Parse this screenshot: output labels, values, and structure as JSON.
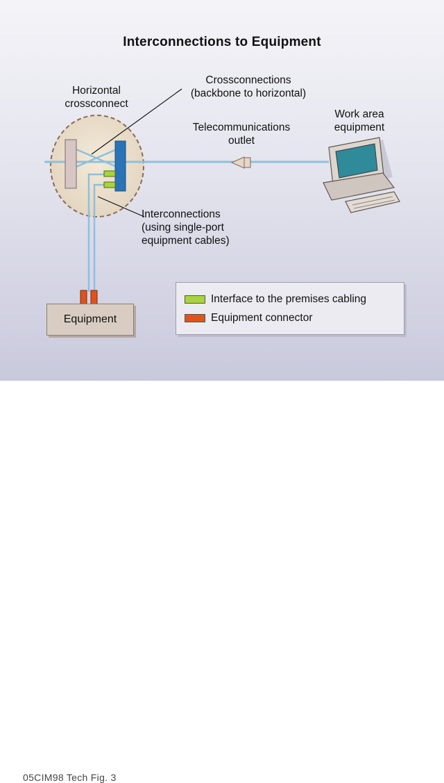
{
  "title": "Interconnections to Equipment",
  "labels": {
    "horizontal_crossconnect": [
      "Horizontal",
      "crossconnect"
    ],
    "crossconnections": [
      "Crossconnections",
      "(backbone to horizontal)"
    ],
    "telecom_outlet": [
      "Telecommunications",
      "outlet"
    ],
    "work_area_equipment": [
      "Work area",
      "equipment"
    ],
    "interconnections": [
      "Interconnections",
      "(using single-port",
      "equipment cables)"
    ],
    "equipment": "Equipment"
  },
  "legend": {
    "items": [
      {
        "label": "Interface to the premises cabling",
        "color": "#a8d43c"
      },
      {
        "label": "Equipment connector",
        "color": "#e0521e"
      }
    ]
  },
  "colors": {
    "cable": "#8ec0dc",
    "crossconnect_fill": "#e8dccb",
    "crossconnect_border": "#8a6a55",
    "panel_left": "#d8c6c4",
    "panel_right": "#2a73b6",
    "outlet": "#e6d6c6",
    "equipment": "#d9cdc3",
    "computer_body": "#ddd6cf",
    "computer_screen": "#2f8a9a"
  },
  "caption": "05CIM98 Tech Fig. 3"
}
